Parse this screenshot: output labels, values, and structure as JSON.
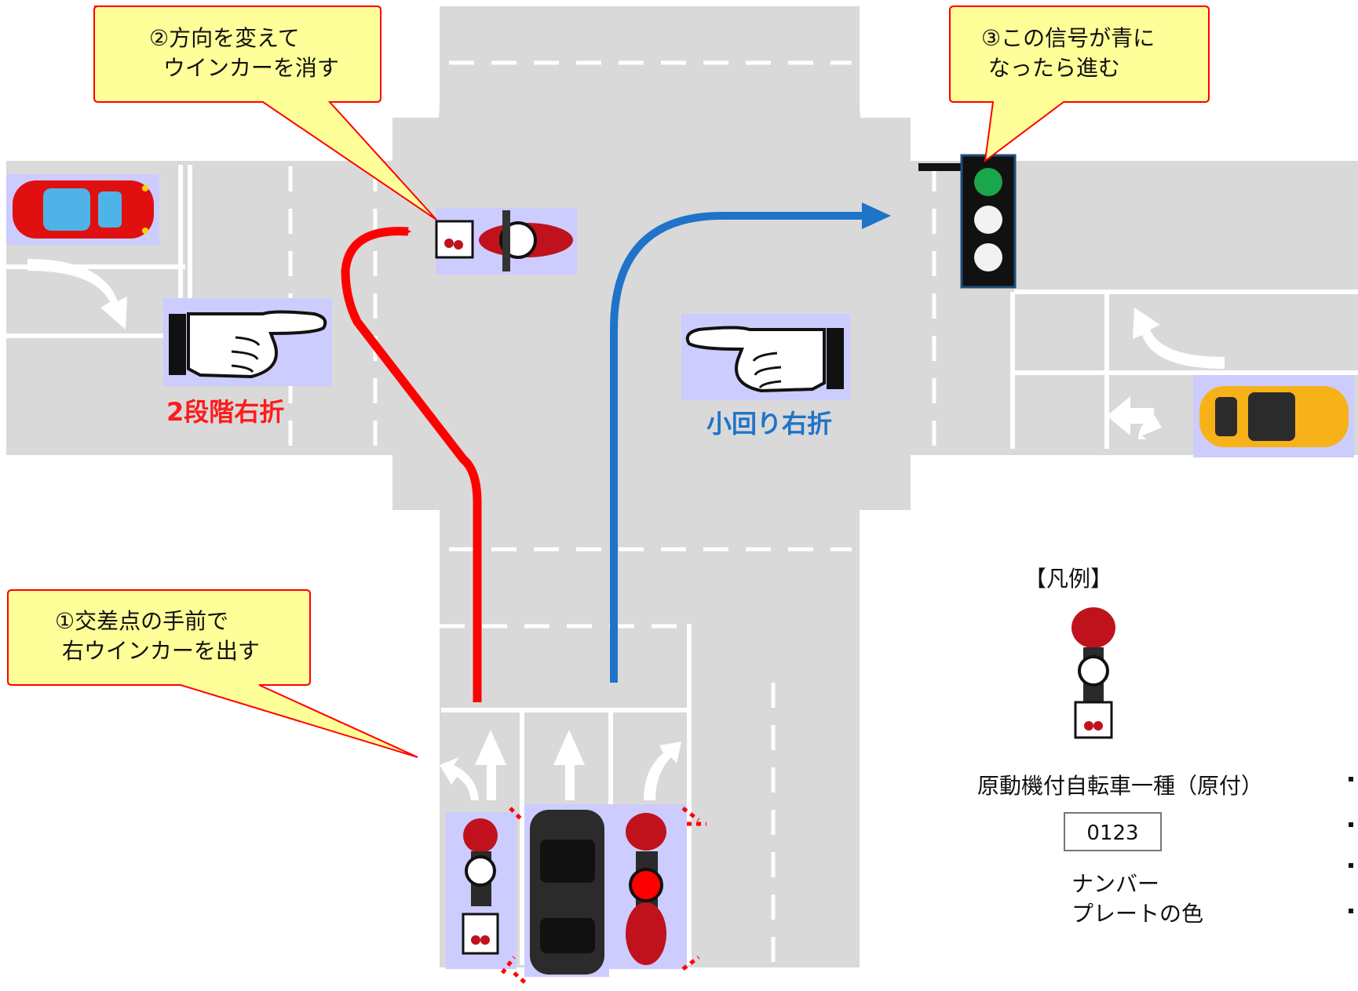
{
  "callouts": {
    "step1": {
      "line1": "①交差点の手前で",
      "line2": "右ウインカーを出す"
    },
    "step2": {
      "line1": "②方向を変えて",
      "line2": "ウインカーを消す"
    },
    "step3": {
      "line1": "③この信号が青に",
      "line2": "なったら進む"
    }
  },
  "labels": {
    "two_stage": "2段階右折",
    "small_turn": "小回り右折"
  },
  "legend": {
    "title": "【凡例】",
    "vehicle_type": "原動機付自転車一種（原付）",
    "plate_number": "0123",
    "plate_caption_1": "ナンバー",
    "plate_caption_2": "プレートの色"
  },
  "colors": {
    "road": "#d9d9d9",
    "two_stage_path": "#ff0000",
    "small_turn_path": "#1f73c9",
    "callout_fill": "#ffff99",
    "callout_border": "#ff0000",
    "signal_green": "#1aa64b"
  },
  "icons": [
    "pointing-hand-right-icon",
    "pointing-hand-left-icon",
    "traffic-signal-icon",
    "motorcycle-icon",
    "car-icon",
    "cherry-plate-icon"
  ]
}
